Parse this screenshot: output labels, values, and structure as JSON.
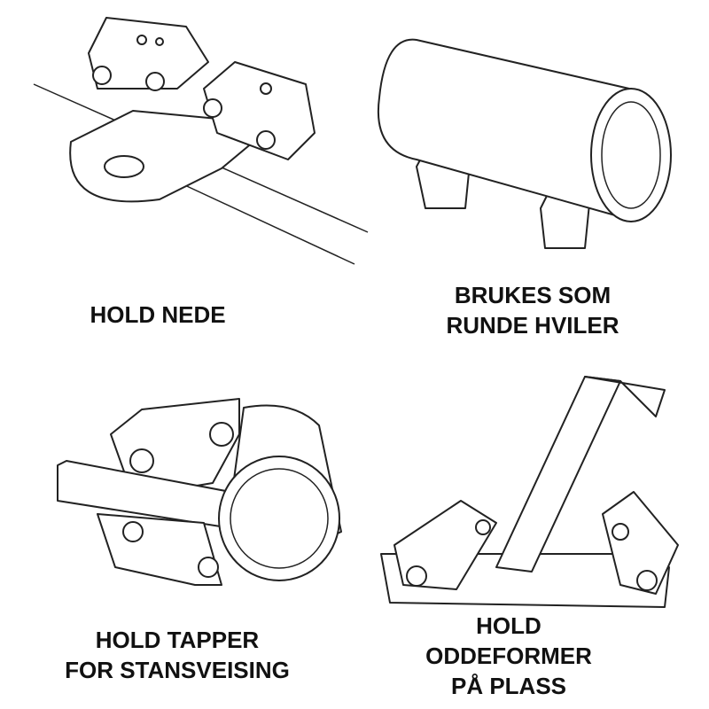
{
  "panels": [
    {
      "id": "hold-down",
      "caption_lines": [
        "HOLD NEDE"
      ]
    },
    {
      "id": "round-rest",
      "caption_lines": [
        "BRUKES SOM",
        "RUNDE HVILER"
      ]
    },
    {
      "id": "hold-tabs",
      "caption_lines": [
        "HOLD TAPPER",
        "FOR STANSVEISING"
      ]
    },
    {
      "id": "hold-odd-shapes",
      "caption_lines": [
        "HOLD",
        "ODDEFORMER",
        "PÅ PLASS"
      ]
    }
  ],
  "colors": {
    "line": "#222222",
    "text": "#111111",
    "background": "#ffffff"
  }
}
